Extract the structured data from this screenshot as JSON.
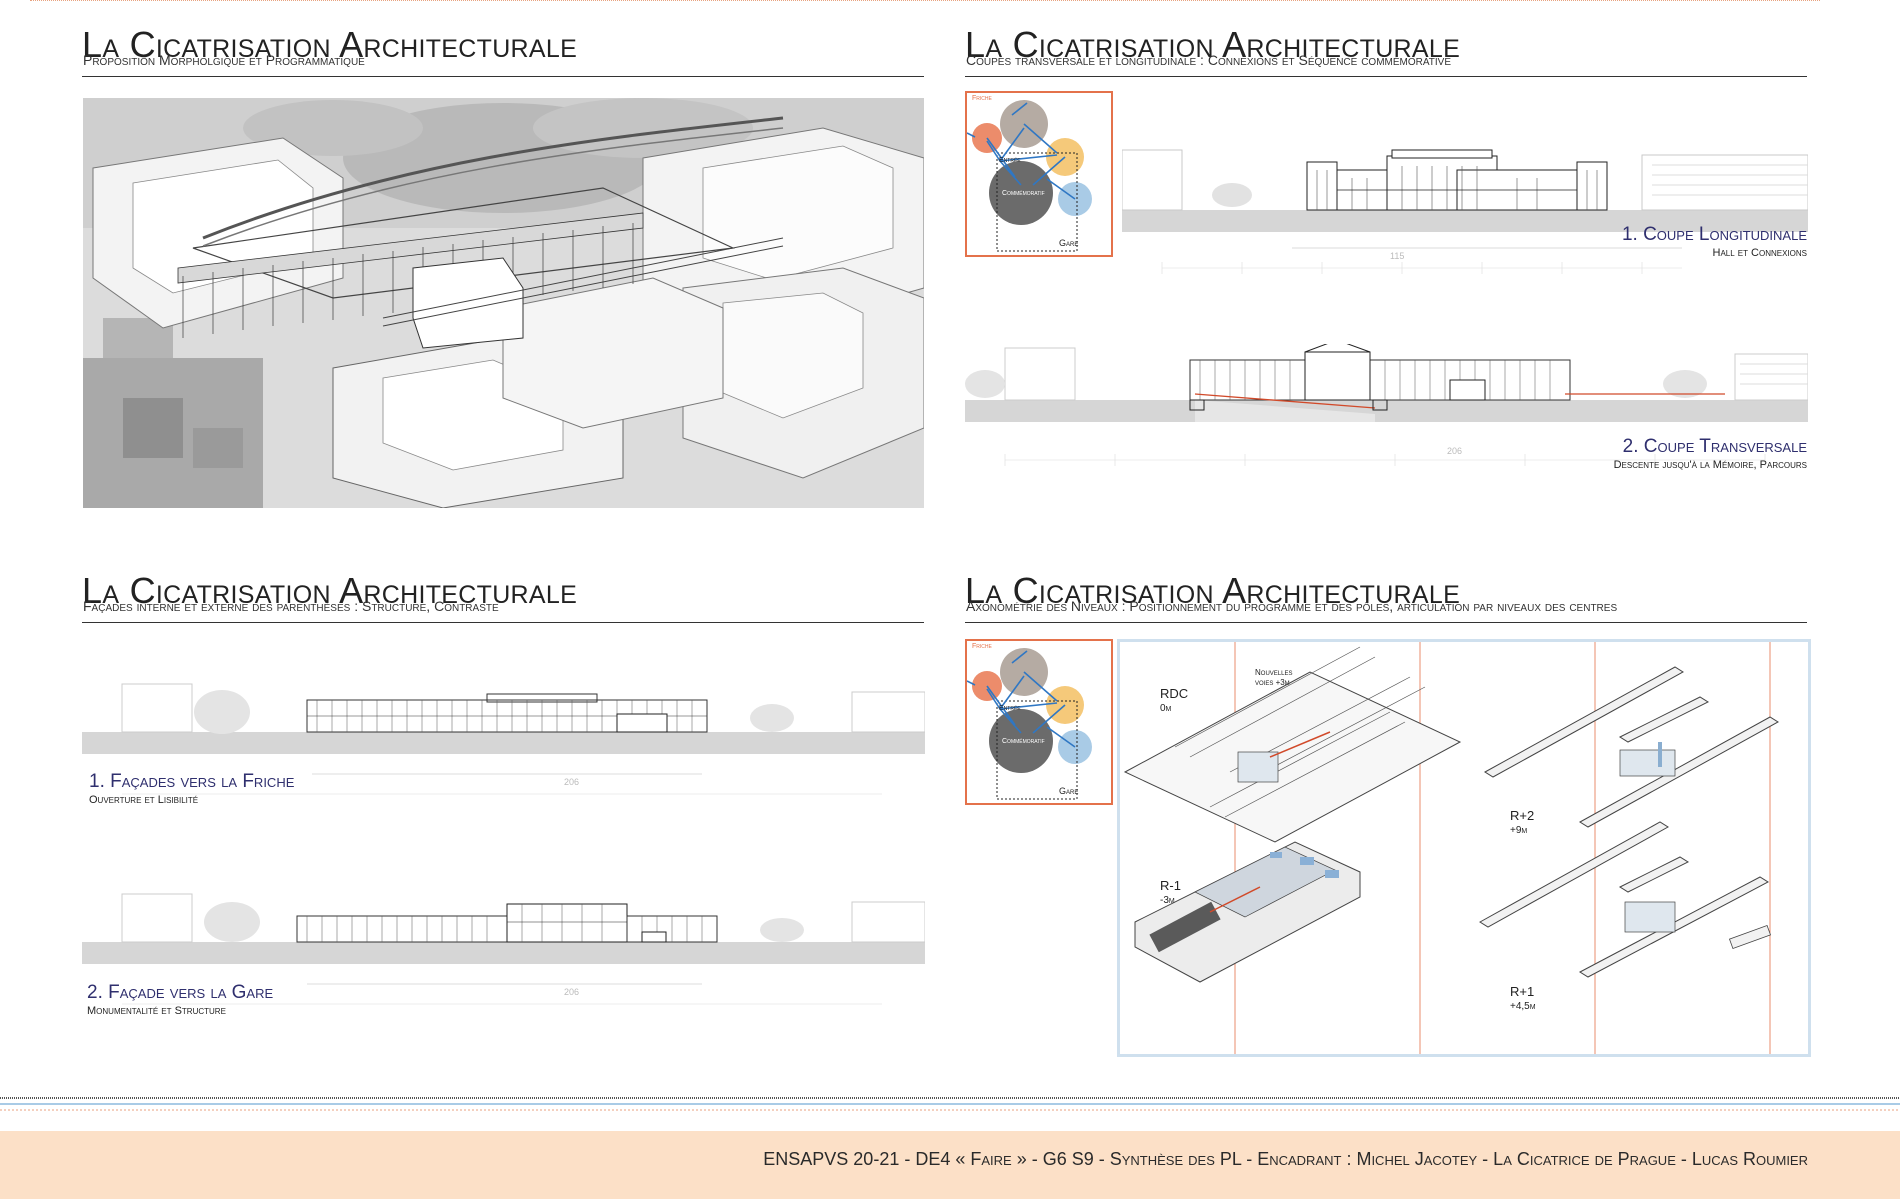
{
  "panels": [
    {
      "title": "La Cicatrisation Architecturale",
      "subtitle": "Proposition Morpholgique et Programmatique"
    },
    {
      "title": "La Cicatrisation Architecturale",
      "subtitle": "Coupes transversale et longitudinale : Connexions et Séquence commémorative",
      "captions": [
        {
          "title": "1. Coupe Longitudinale",
          "subtitle": "Hall et Connexions"
        },
        {
          "title": "2. Coupe Transversale",
          "subtitle": "Descente jusqu'à la Mémoire, Parcours"
        }
      ],
      "dimensions": [
        "115",
        "206"
      ]
    },
    {
      "title": "La Cicatrisation Architecturale",
      "subtitle": "Façades interne et externe des parenthèses : Structure, Contraste",
      "captions": [
        {
          "title": "1. Façades vers la Friche",
          "subtitle": "Ouverture et Lisibilité"
        },
        {
          "title": "2. Façade vers la Gare",
          "subtitle": "Monumentalité et Structure"
        }
      ],
      "dimensions": [
        "206",
        "206"
      ]
    },
    {
      "title": "La Cicatrisation Architecturale",
      "subtitle": "Axonométrie des Niveaux : Positionnement du programme et des pôles, articulation par niveaux des centres",
      "levels": [
        {
          "name": "RDC",
          "height": "0m"
        },
        {
          "name": "R+2",
          "height": "+9m"
        },
        {
          "name": "R-1",
          "height": "-3m"
        },
        {
          "name": "R+1",
          "height": "+4,5m"
        }
      ],
      "tracks_note": [
        "Nouvelles",
        "voies +3m"
      ]
    }
  ],
  "diagram": {
    "friche": "Friche",
    "entree": "Entrée",
    "commemoratif": "Commémoratif",
    "gare": "Gare"
  },
  "footer": "ENSAPVS 20-21 - DE4 « Faire » - G6 S9 - Synthèse des PL - Encadrant : Michel Jacotey - La Cicatrice de Prague - Lucas Roumier",
  "colors": {
    "accent_orange": "#e4724b",
    "caption_blue": "#2f2f6e",
    "footer_band": "#fce0c7",
    "frame_blue": "#cfe0ee",
    "node_commemoratif": "#6b6b6b",
    "node_grey": "#b5aba3",
    "node_yellow": "#f5c97a",
    "node_blue": "#a9cbe6",
    "node_red": "#ec8c6b"
  }
}
